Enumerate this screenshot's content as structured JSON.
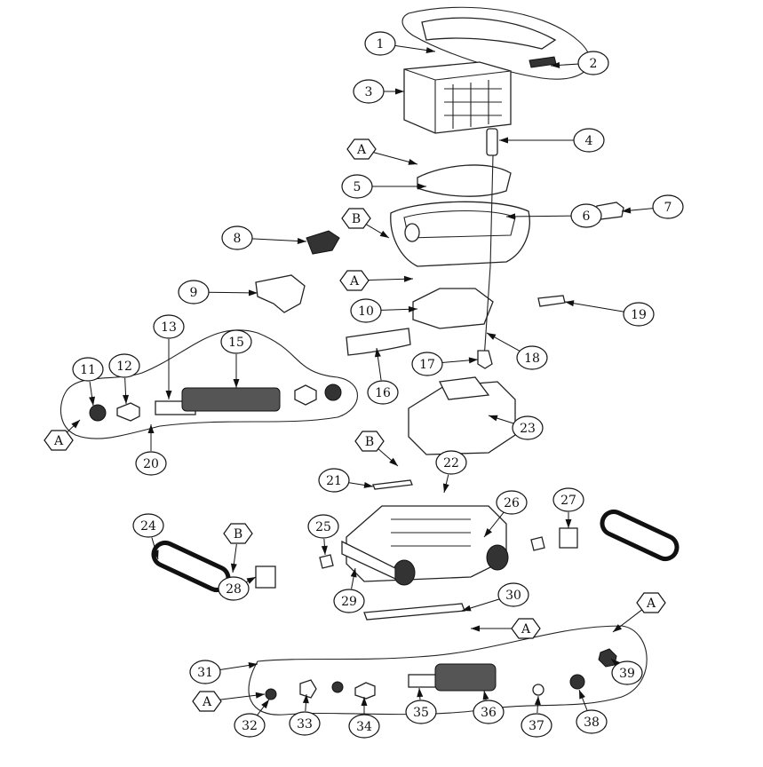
{
  "diagram": {
    "type": "exploded-parts-diagram",
    "callouts": [
      "1",
      "2",
      "3",
      "4",
      "A",
      "5",
      "6",
      "7",
      "B",
      "8",
      "A",
      "9",
      "10",
      "19",
      "13",
      "15",
      "18",
      "17",
      "11",
      "12",
      "16",
      "A",
      "20",
      "23",
      "B",
      "22",
      "21",
      "26",
      "27",
      "24",
      "25",
      "B",
      "28",
      "29",
      "30",
      "A",
      "A",
      "31",
      "A",
      "32",
      "33",
      "34",
      "35",
      "36",
      "37",
      "38",
      "39"
    ]
  }
}
